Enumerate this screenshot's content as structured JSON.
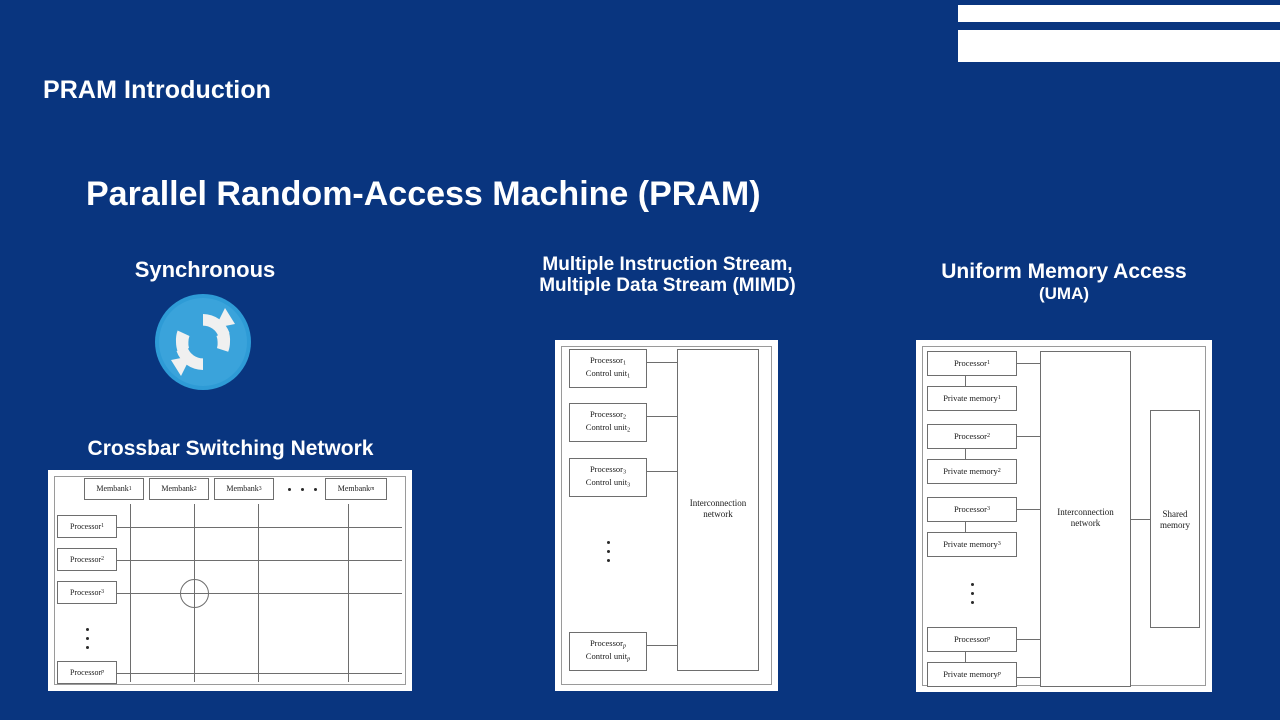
{
  "slide": {
    "background_color": "#09357f",
    "kicker": "PRAM Introduction",
    "title": "Parallel Random-Access Machine (PRAM)"
  },
  "decorations": {
    "bar_color": "#ffffff",
    "bars": [
      "top-bar-thin",
      "top-bar-thick"
    ]
  },
  "columns": {
    "synchronous": {
      "heading": "Synchronous",
      "icon": "sync-refresh-icon",
      "icon_color": "#2e9bd6",
      "icon_glyph_color": "#f2f2f2"
    },
    "mimd": {
      "heading_line1": "Multiple Instruction Stream,",
      "heading_line2": "Multiple Data Stream (MIMD)"
    },
    "uma": {
      "heading": "Uniform Memory Access",
      "subheading": "(UMA)"
    },
    "crossbar": {
      "heading": "Crossbar Switching Network"
    }
  },
  "figures": {
    "crossbar": {
      "membanks": [
        "Membank",
        "Membank",
        "Membank",
        "Membank"
      ],
      "membank_subs": [
        "1",
        "2",
        "3",
        "m"
      ],
      "membank_ellipsis": "• • •",
      "processors": [
        "Processor",
        "Processor",
        "Processor",
        "Processor"
      ],
      "processor_subs": [
        "1",
        "2",
        "3",
        "p"
      ],
      "processor_ellipsis": "vertical-dots",
      "crosspoint_marker": "switch-circle"
    },
    "mimd": {
      "units": [
        {
          "line1": "Processor",
          "sub1": "1",
          "line2": "Control unit",
          "sub2": "1"
        },
        {
          "line1": "Processor",
          "sub1": "2",
          "line2": "Control unit",
          "sub2": "2"
        },
        {
          "line1": "Processor",
          "sub1": "3",
          "line2": "Control unit",
          "sub2": "3"
        },
        {
          "line1": "Processor",
          "sub1": "p",
          "line2": "Control unit",
          "sub2": "p"
        }
      ],
      "network_label_line1": "Interconnection",
      "network_label_line2": "network",
      "ellipsis": "vertical-dots"
    },
    "uma": {
      "items": [
        {
          "label": "Processor",
          "sub": "1",
          "type": "processor"
        },
        {
          "label": "Private memory",
          "sub": "1",
          "type": "memory"
        },
        {
          "label": "Processor",
          "sub": "2",
          "type": "processor"
        },
        {
          "label": "Private memory",
          "sub": "2",
          "type": "memory"
        },
        {
          "label": "Processor",
          "sub": "3",
          "type": "processor"
        },
        {
          "label": "Private memory",
          "sub": "3",
          "type": "memory"
        },
        {
          "label": "Processor",
          "sub": "p",
          "type": "processor"
        },
        {
          "label": "Private memory",
          "sub": "p",
          "type": "memory"
        }
      ],
      "network_label_line1": "Interconnection",
      "network_label_line2": "network",
      "shared_label_line1": "Shared",
      "shared_label_line2": "memory",
      "ellipsis": "vertical-dots"
    }
  }
}
